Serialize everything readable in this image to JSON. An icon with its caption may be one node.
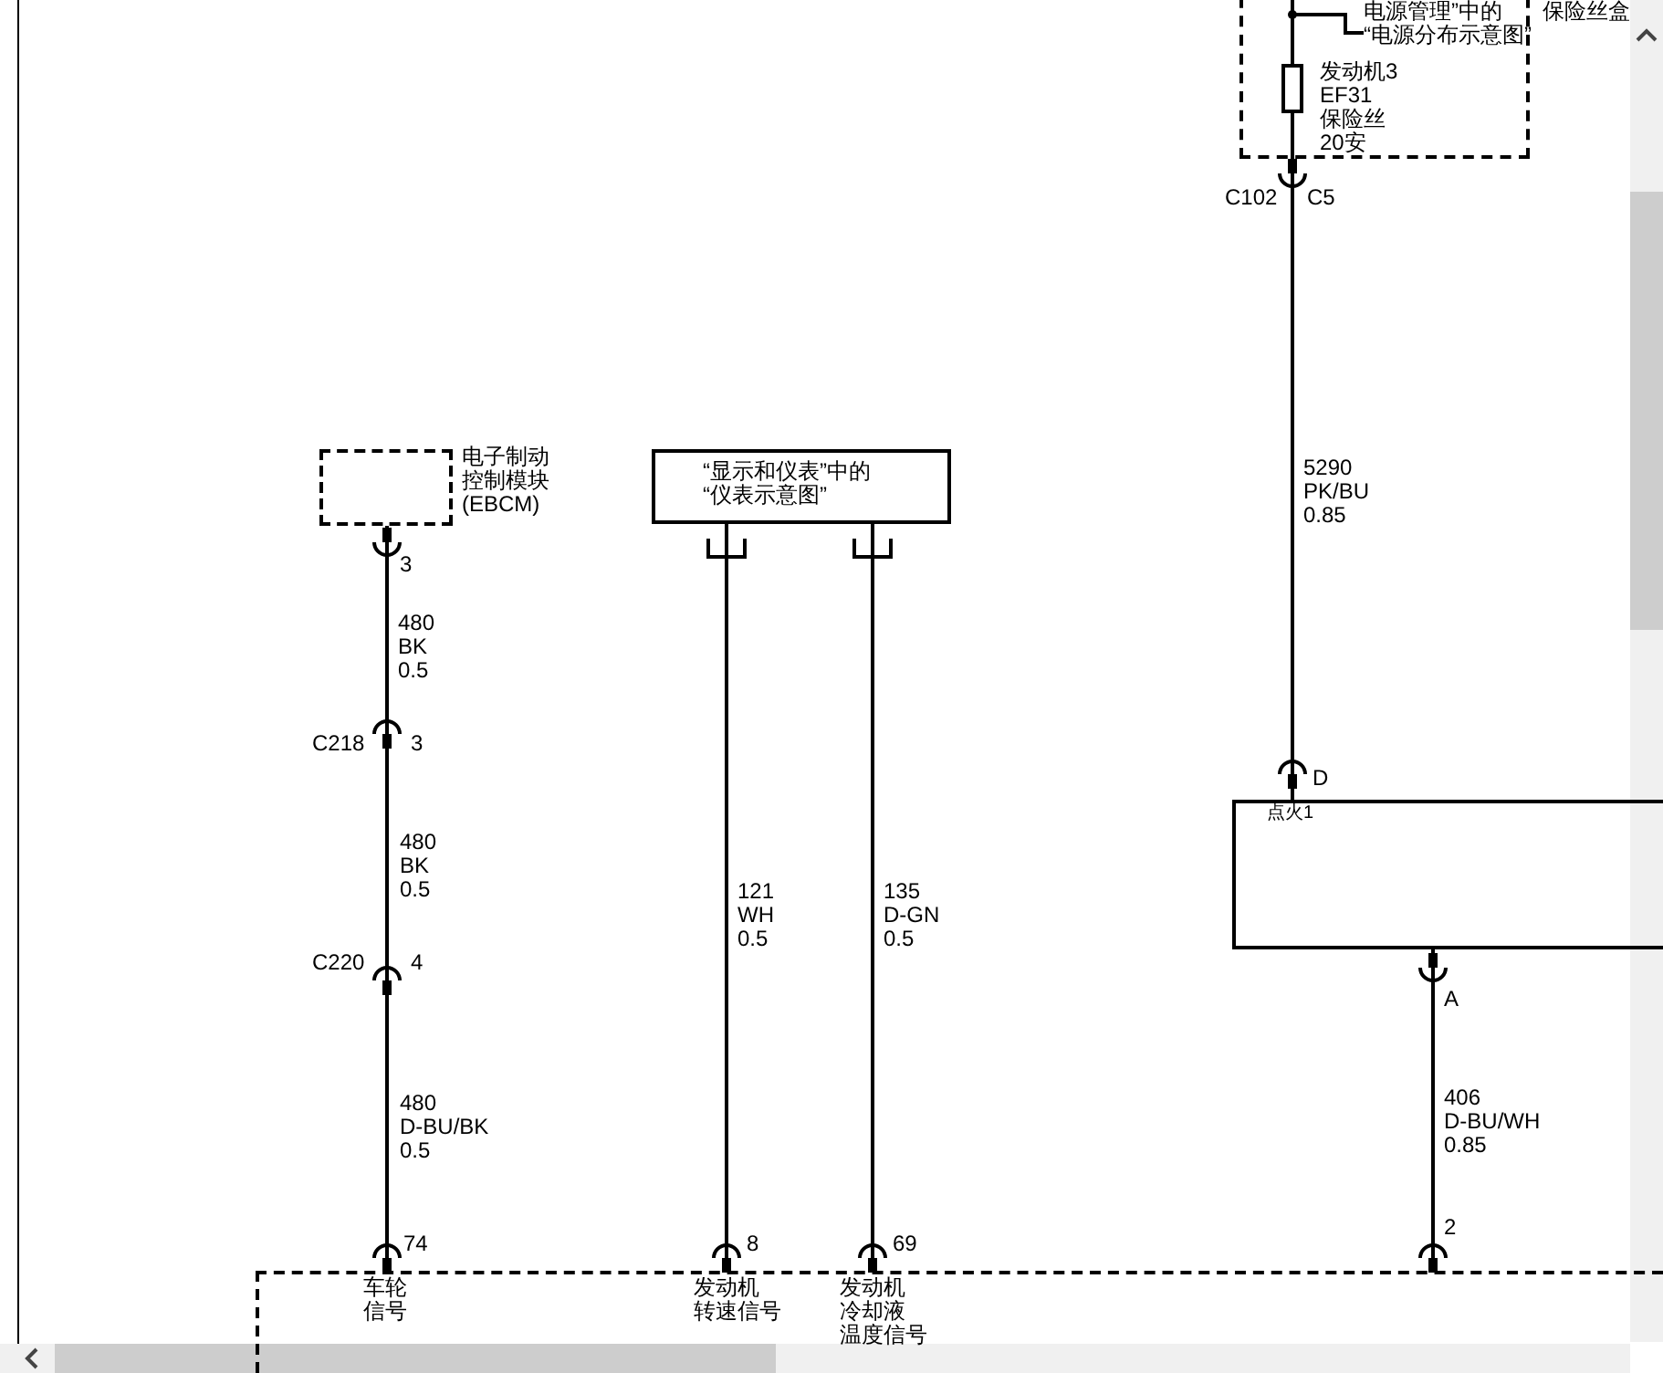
{
  "diagram": {
    "nodes": [
      {
        "text": [
          "保险丝盒"
        ]
      },
      {
        "text": [
          "电源管理”中的 “电源分布示意图”"
        ],
        "in": 0
      },
      {
        "text": [],
        "shape": "box",
        "beside": [
          "发动机3 EF31 保险丝 20安"
        ],
        "in": 0
      },
      {
        "text": [
          "电子制动控制模块 (EBCM)"
        ]
      },
      {
        "text": [
          "“显示和仪表”中的 “仪表示意图”"
        ]
      },
      {
        "text": [
          "点火1"
        ]
      },
      {
        "text": [
          "车轮信号",
          "发动机转速信号",
          "发动机冷却液温度信号"
        ]
      }
    ],
    "edges": [
      {
        "from": 1,
        "to": 2,
        "arrow": "none"
      },
      {
        "from": 2,
        "to": 5,
        "arrow": "none",
        "label": "5290 PK/BU 0.85"
      },
      {
        "from": 3,
        "to": 6,
        "arrow": "other",
        "label": "480 BK 0.5"
      },
      {
        "from": 4,
        "to": 6,
        "arrow": "other",
        "label": "121 WH 0.5"
      },
      {
        "from": 4,
        "to": 6,
        "arrow": "other",
        "label": "135 D-GN 0.5"
      },
      {
        "from": 5,
        "to": 6,
        "arrow": "other",
        "label": "406 D-BU/WH 0.85"
      }
    ],
    "labels": [
      "C102",
      "C5",
      "3",
      "C218",
      "3",
      "480 BK 0.5",
      "C220",
      "4",
      "480 D-BU/BK 0.5",
      "D",
      "A",
      "74",
      "8",
      "69",
      "2"
    ]
  }
}
